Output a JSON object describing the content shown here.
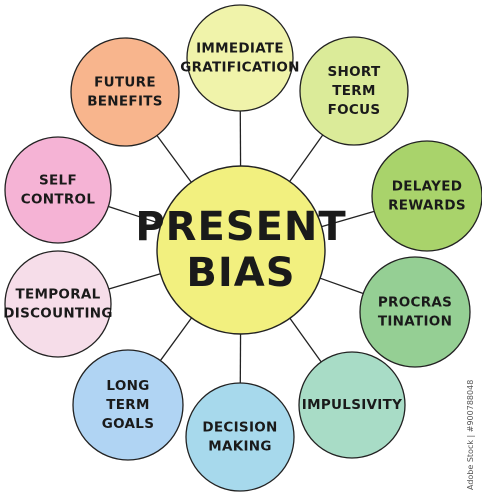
{
  "center": {
    "lines": [
      "PRESENT",
      "BIAS"
    ],
    "color": "#f2f07f"
  },
  "satellites": [
    {
      "id": "immediate-gratification",
      "lines": [
        "IMMEDIATE",
        "GRATIFICATION"
      ],
      "color": "#f0f3aa"
    },
    {
      "id": "short-term-focus",
      "lines": [
        "SHORT",
        "TERM",
        "FOCUS"
      ],
      "color": "#dbeb99"
    },
    {
      "id": "delayed-rewards",
      "lines": [
        "DELAYED",
        "REWARDS"
      ],
      "color": "#a9d36b"
    },
    {
      "id": "procrastination",
      "lines": [
        "PROCRAS",
        "TINATION"
      ],
      "color": "#95cf94"
    },
    {
      "id": "impulsivity",
      "lines": [
        "IMPULSIVITY"
      ],
      "color": "#a8dcc6"
    },
    {
      "id": "decision-making",
      "lines": [
        "DECISION",
        "MAKING"
      ],
      "color": "#a7d9ec"
    },
    {
      "id": "long-term-goals",
      "lines": [
        "LONG",
        "TERM",
        "GOALS"
      ],
      "color": "#b0d4f3"
    },
    {
      "id": "temporal-discounting",
      "lines": [
        "TEMPORAL",
        "DISCOUNTING"
      ],
      "color": "#f6dde9"
    },
    {
      "id": "self-control",
      "lines": [
        "SELF",
        "CONTROL"
      ],
      "color": "#f5b3d5"
    },
    {
      "id": "future-benefits",
      "lines": [
        "FUTURE",
        "BENEFITS"
      ],
      "color": "#f8b58d"
    }
  ],
  "connector_color": "#222222",
  "watermark": "Adobe Stock | #900788048"
}
